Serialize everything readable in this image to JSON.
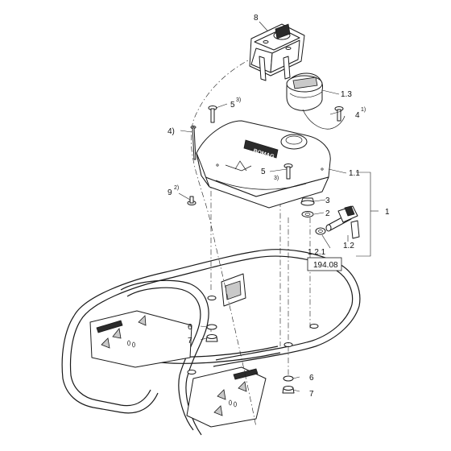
{
  "callouts": {
    "c8": "8",
    "c13": "1.3",
    "c5a": "5",
    "c5a_sup": "3)",
    "c4a": "4",
    "c4a_sup": "1)",
    "c4b": "4)",
    "c5b": "5",
    "c5b_sup": "3)",
    "c11": "1.1",
    "c9": "9",
    "c9_sup": "2)",
    "c3": "3",
    "c2": "2",
    "c1": "1",
    "c12": "1.2",
    "c121": "1.2.1",
    "c6a": "6",
    "c7a": "7",
    "c6b": "6",
    "c7b": "7"
  },
  "reference_box": "194.08",
  "tank_logo": "BOMAG"
}
